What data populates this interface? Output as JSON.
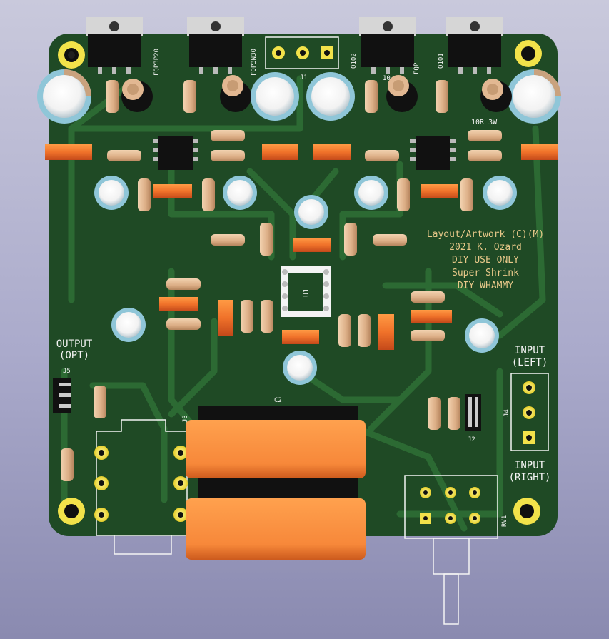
{
  "board": {
    "colors": {
      "background_top": "#c9c9dc",
      "background_bottom": "#8a8ab0",
      "pcb": "#1f4a25",
      "trace": "#2c6a33",
      "silkscreen": "#f4f4f4",
      "credit_text": "#e7c889",
      "pad_gold": "#f2e24a",
      "film_cap": "#f0722a",
      "electrolytic_sleeve": "#8fc6d8",
      "resistor_body": "#e2b892",
      "regulator_tab": "#d6d6d6"
    },
    "credit_lines": [
      "Layout/Artwork (C)(M)",
      "2021 K. Ozard",
      "DIY USE ONLY",
      "Super Shrink",
      "DIY WHAMMY"
    ],
    "labels": {
      "output_line1": "OUTPUT",
      "output_line2": "(OPT)",
      "input_left_line1": "INPUT",
      "input_left_line2": "(LEFT)",
      "input_right_line1": "INPUT",
      "input_right_line2": "(RIGHT)"
    },
    "refs": {
      "j1": "J1",
      "j2": "J2",
      "j3": "J3",
      "j4": "J4",
      "j5": "J5",
      "c2": "C2",
      "u1": "U1",
      "rv1": "RV1",
      "q101": "Q101",
      "q102": "Q102",
      "r_10r_3w": "10R 3W",
      "r_10_partial": "10",
      "fqp3p20": "FQP3P20",
      "fqp3n30": "FQP3N30",
      "fqp_partial": "FQP"
    }
  }
}
